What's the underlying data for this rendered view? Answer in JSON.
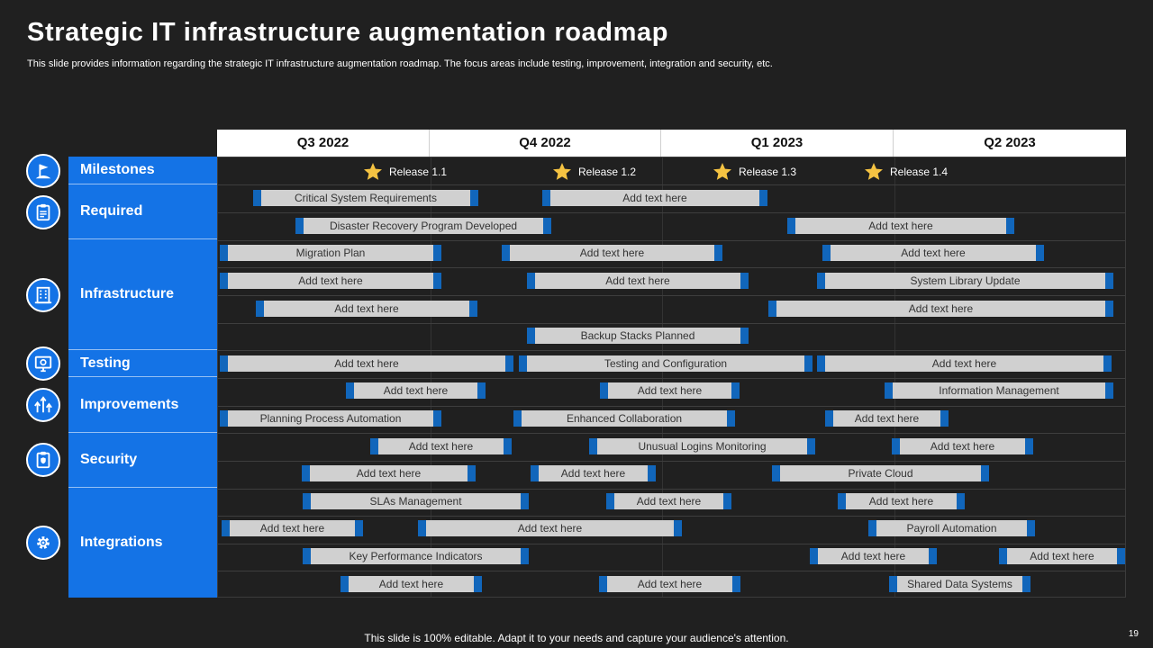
{
  "title": "Strategic IT infrastructure augmentation roadmap",
  "subtitle": "This slide provides information regarding the strategic IT infrastructure augmentation roadmap. The focus areas include testing, improvement, integration and security, etc.",
  "quarters": [
    "Q3 2022",
    "Q4 2022",
    "Q1 2023",
    "Q2 2023"
  ],
  "categories": [
    {
      "label": "Milestones",
      "icon": "flag-icon"
    },
    {
      "label": "Required",
      "icon": "clipboard-icon"
    },
    {
      "label": "Infrastructure",
      "icon": "building-icon"
    },
    {
      "label": "Testing",
      "icon": "monitor-gear-icon"
    },
    {
      "label": "Improvements",
      "icon": "growth-arrows-icon"
    },
    {
      "label": "Security",
      "icon": "shield-clipboard-icon"
    },
    {
      "label": "Integrations",
      "icon": "gear-icon"
    }
  ],
  "milestones": [
    "Release  1.1",
    "Release  1.2",
    "Release  1.3",
    "Release  1.4"
  ],
  "rows": [
    [
      "Critical System Requirements",
      "Add text here"
    ],
    [
      "Disaster Recovery Program Developed",
      "Add text here"
    ],
    [
      "Migration Plan",
      "Add text here",
      "Add text here"
    ],
    [
      "Add text here",
      "Add text here",
      "System Library Update"
    ],
    [
      "Add text here",
      "Add text here"
    ],
    [
      "Backup Stacks Planned"
    ],
    [
      "Add text here",
      "Testing and Configuration",
      "Add text here"
    ],
    [
      "Add text here",
      "Add text here",
      "Information Management"
    ],
    [
      "Planning Process Automation",
      "Enhanced Collaboration",
      "Add text here"
    ],
    [
      "Add text here",
      "Unusual Logins Monitoring",
      "Add text here"
    ],
    [
      "Add text here",
      "Add text here",
      "Private Cloud"
    ],
    [
      "SLAs Management",
      "Add text here",
      "Add text here"
    ],
    [
      "Add text here",
      "Add text here",
      "Payroll Automation"
    ],
    [
      "Key Performance Indicators",
      "Add text here",
      "Add text here"
    ],
    [
      "Add text here",
      "Add text here",
      "Shared Data Systems"
    ]
  ],
  "footer": "This slide is 100% editable. Adapt it to your needs and capture your audience's attention.",
  "page_number": "19",
  "colors": {
    "background": "#202020",
    "accent": "#1473e6",
    "bar": "#d0d0d0",
    "bar_cap": "#1166bb",
    "star": "#f5c342"
  }
}
